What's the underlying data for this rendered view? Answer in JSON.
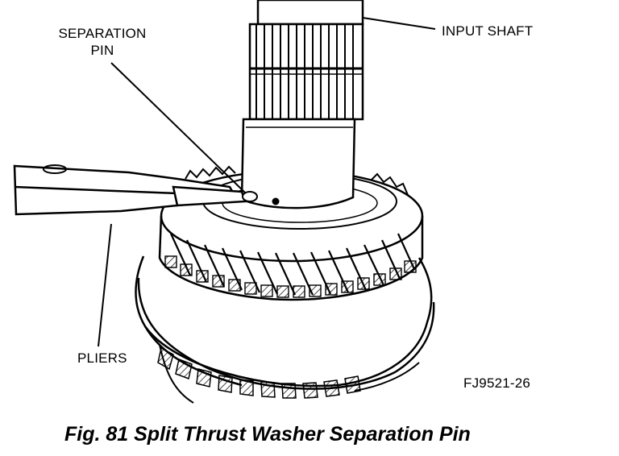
{
  "callouts": {
    "separation_pin_line1": "SEPARATION",
    "separation_pin_line2": "PIN",
    "input_shaft": "INPUT SHAFT",
    "pliers": "PLIERS"
  },
  "figure_code": "FJ9521-26",
  "caption": "Fig. 81 Split Thrust Washer Separation Pin"
}
